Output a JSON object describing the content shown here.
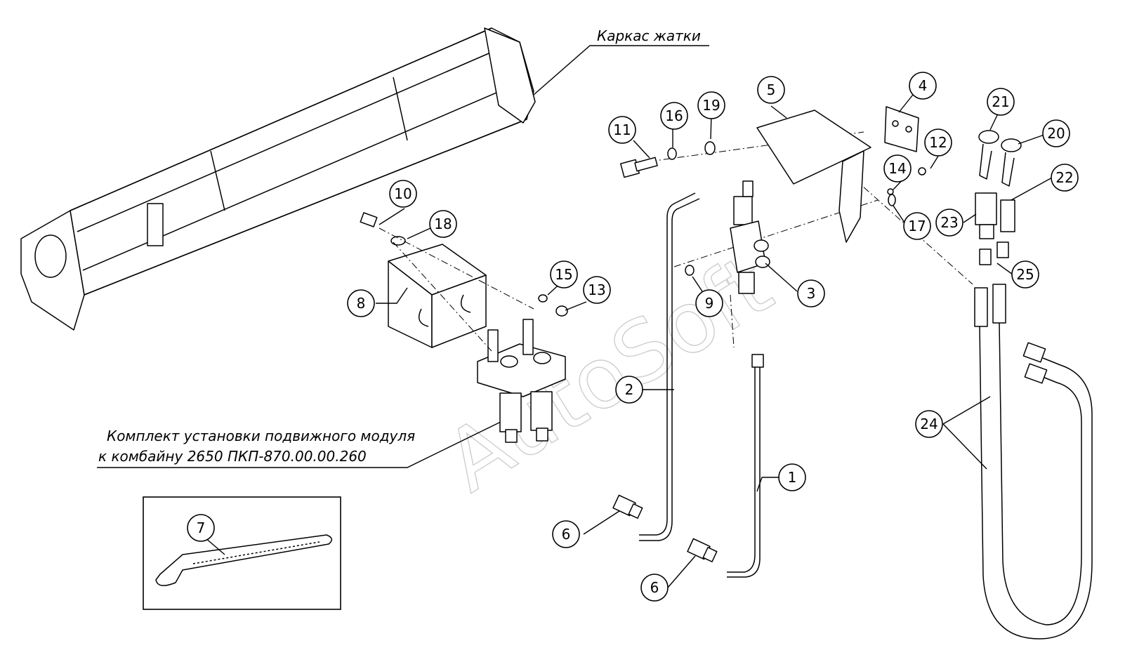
{
  "labels": {
    "frame": "Каркас жатки",
    "kit_line1": "Комплект установки подвижного модуля",
    "kit_line2": "к комбайну 2650 ПКП-870.00.00.260",
    "watermark": "AutoSoft"
  },
  "callouts": [
    {
      "id": "1",
      "text": "1"
    },
    {
      "id": "2",
      "text": "2"
    },
    {
      "id": "3",
      "text": "3"
    },
    {
      "id": "4",
      "text": "4"
    },
    {
      "id": "5",
      "text": "5"
    },
    {
      "id": "6a",
      "text": "6"
    },
    {
      "id": "6b",
      "text": "6"
    },
    {
      "id": "7",
      "text": "7"
    },
    {
      "id": "8",
      "text": "8"
    },
    {
      "id": "9",
      "text": "9"
    },
    {
      "id": "10",
      "text": "10"
    },
    {
      "id": "11",
      "text": "11"
    },
    {
      "id": "12",
      "text": "12"
    },
    {
      "id": "13",
      "text": "13"
    },
    {
      "id": "14",
      "text": "14"
    },
    {
      "id": "15",
      "text": "15"
    },
    {
      "id": "16",
      "text": "16"
    },
    {
      "id": "17",
      "text": "17"
    },
    {
      "id": "18",
      "text": "18"
    },
    {
      "id": "19",
      "text": "19"
    },
    {
      "id": "20",
      "text": "20"
    },
    {
      "id": "21",
      "text": "21"
    },
    {
      "id": "22",
      "text": "22"
    },
    {
      "id": "23",
      "text": "23"
    },
    {
      "id": "24",
      "text": "24"
    },
    {
      "id": "25",
      "text": "25"
    }
  ]
}
